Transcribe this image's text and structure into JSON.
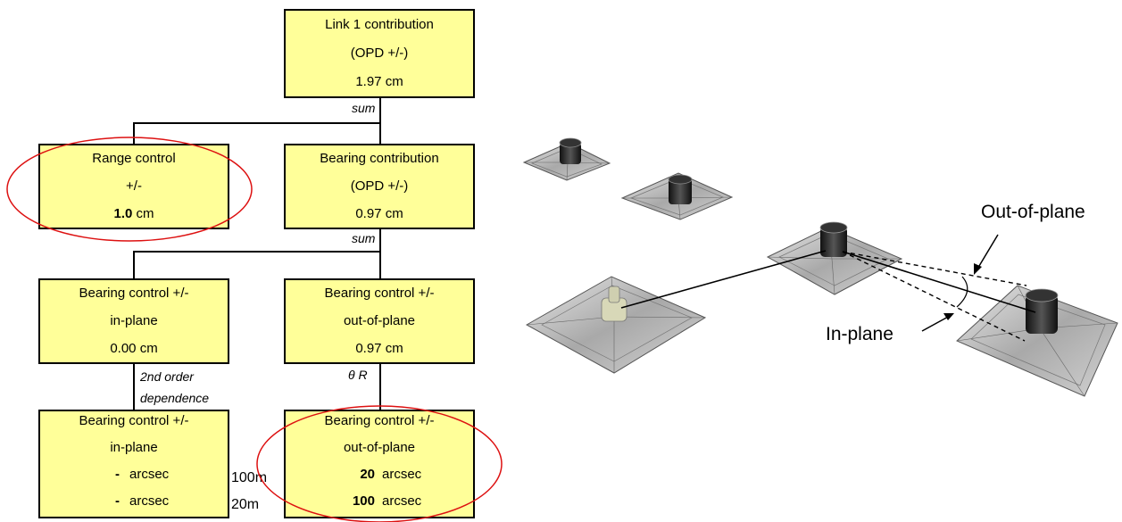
{
  "link_box": {
    "line1": "Link 1 contribution",
    "line2": "(OPD +/-)",
    "value": "1.97",
    "unit": "cm"
  },
  "sum_label_1": "sum",
  "range_box": {
    "line1": "Range control",
    "line2": "+/-",
    "value": "1.0",
    "unit": "cm"
  },
  "bearing_box": {
    "line1": "Bearing contribution",
    "line2": "(OPD +/-)",
    "value": "0.97",
    "unit": "cm"
  },
  "sum_label_2": "sum",
  "inplane_box": {
    "line1": "Bearing control +/-",
    "line2": "in-plane",
    "value": "0.00",
    "unit": "cm"
  },
  "outplane_box": {
    "line1": "Bearing control +/-",
    "line2": "out-of-plane",
    "value": "0.97",
    "unit": "cm"
  },
  "dependence_note": {
    "line1": "2nd order",
    "line2": "dependence"
  },
  "theta_note": "θ R",
  "inplane_arcsec_box": {
    "line1": "Bearing control +/-",
    "line2": "in-plane",
    "val1": "-",
    "unit1": "arcsec",
    "val2": "-",
    "unit2": "arcsec"
  },
  "outplane_arcsec_box": {
    "line1": "Bearing control +/-",
    "line2": "out-of-plane",
    "val1": "20",
    "unit1": "arcsec",
    "val2": "100",
    "unit2": "arcsec"
  },
  "distance_labels": {
    "d1": "100m",
    "d2": "20m"
  },
  "illustration": {
    "out_of_plane_label": "Out-of-plane",
    "in_plane_label": "In-plane"
  },
  "colors": {
    "box_fill": "#ffff99",
    "highlight_ellipse": "#dd1111"
  }
}
